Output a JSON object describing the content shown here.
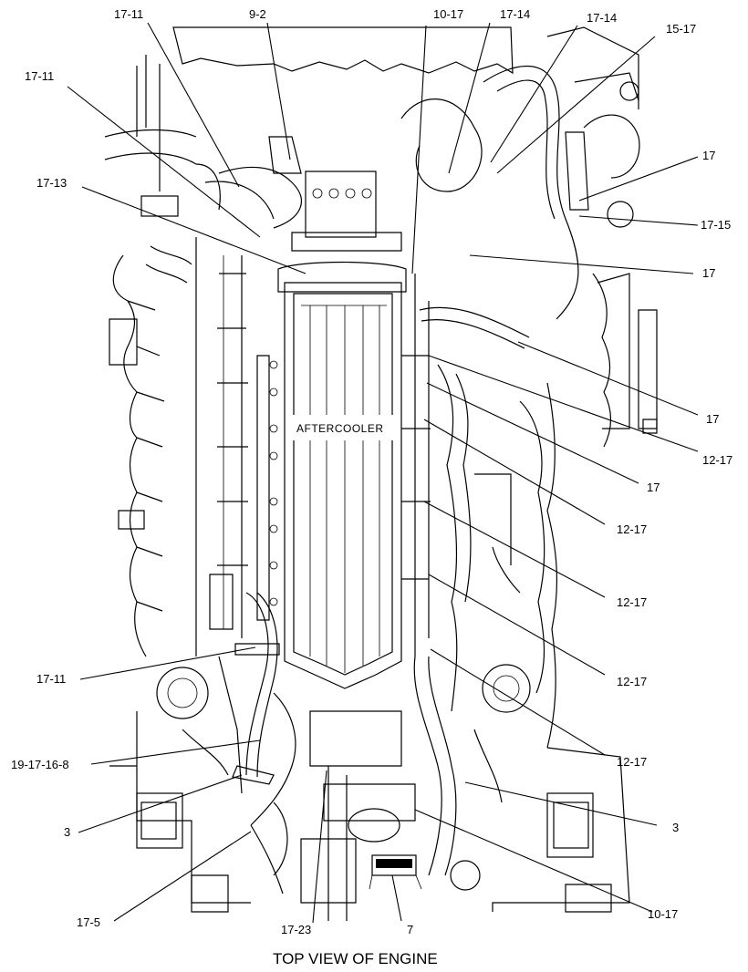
{
  "figure": {
    "caption": "TOP VIEW OF ENGINE",
    "component_label": "AFTERCOOLER"
  },
  "callouts": [
    {
      "id": "c1",
      "text": "17-11"
    },
    {
      "id": "c2",
      "text": "9-2"
    },
    {
      "id": "c3",
      "text": "10-17"
    },
    {
      "id": "c4",
      "text": "17-14"
    },
    {
      "id": "c5",
      "text": "17-14"
    },
    {
      "id": "c6",
      "text": "15-17"
    },
    {
      "id": "c7",
      "text": "17-11"
    },
    {
      "id": "c8",
      "text": "17"
    },
    {
      "id": "c9",
      "text": "17-13"
    },
    {
      "id": "c10",
      "text": "17-15"
    },
    {
      "id": "c11",
      "text": "17"
    },
    {
      "id": "c12",
      "text": "17"
    },
    {
      "id": "c13",
      "text": "12-17"
    },
    {
      "id": "c14",
      "text": "17"
    },
    {
      "id": "c15",
      "text": "12-17"
    },
    {
      "id": "c16",
      "text": "12-17"
    },
    {
      "id": "c17",
      "text": "12-17"
    },
    {
      "id": "c18",
      "text": "17-11"
    },
    {
      "id": "c19",
      "text": "12-17"
    },
    {
      "id": "c20",
      "text": "19-17-16-8"
    },
    {
      "id": "c21",
      "text": "3"
    },
    {
      "id": "c22",
      "text": "3"
    },
    {
      "id": "c23",
      "text": "17-5"
    },
    {
      "id": "c24",
      "text": "17-23"
    },
    {
      "id": "c25",
      "text": "7"
    },
    {
      "id": "c26",
      "text": "10-17"
    }
  ]
}
